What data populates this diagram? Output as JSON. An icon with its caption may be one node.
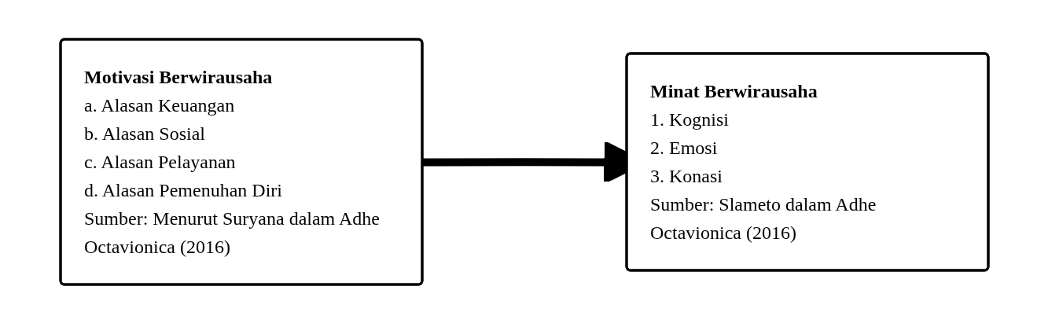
{
  "diagram": {
    "nodes": [
      {
        "text": [
          "Motivasi Berwirausaha",
          "a. Alasan Keuangan",
          "b. Alasan Sosial",
          "c. Alasan Pelayanan",
          "d. Alasan Pemenuhan Diri",
          "Sumber: Menurut Suryana dalam Adhe Octavionica (2016)"
        ]
      },
      {
        "text": [
          "Minat Berwirausaha",
          "1. Kognisi",
          "2. Emosi",
          "3. Konasi",
          "Sumber: Slameto dalam Adhe Octavionica (2016)"
        ]
      }
    ],
    "edges": [
      {
        "from": 0,
        "to": 1,
        "arrow": "to"
      }
    ]
  }
}
